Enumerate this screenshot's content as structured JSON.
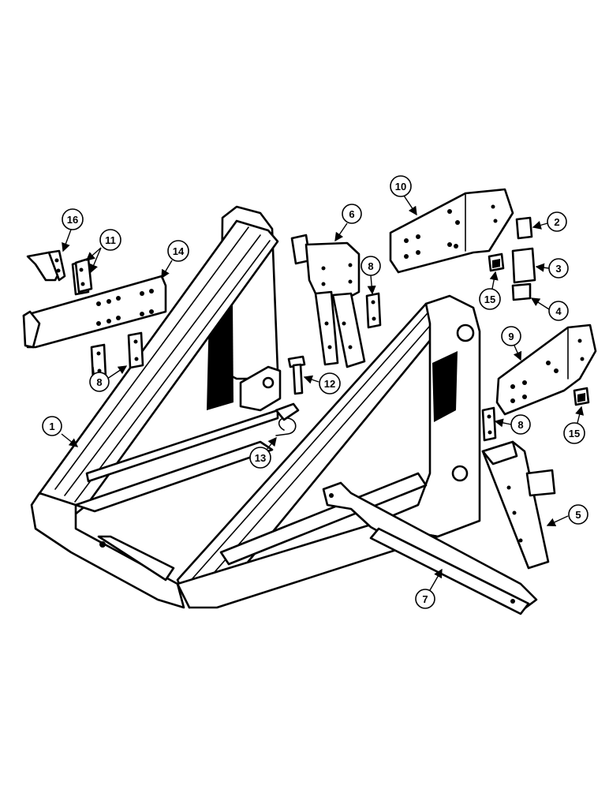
{
  "callouts": {
    "c1": "1",
    "c2": "2",
    "c3": "3",
    "c4": "4",
    "c5": "5",
    "c6": "6",
    "c7": "7",
    "c8a": "8",
    "c8b": "8",
    "c8c": "8",
    "c9": "9",
    "c10": "10",
    "c11": "11",
    "c12": "12",
    "c13": "13",
    "c14": "14",
    "c15a": "15",
    "c15b": "15",
    "c16": "16"
  }
}
